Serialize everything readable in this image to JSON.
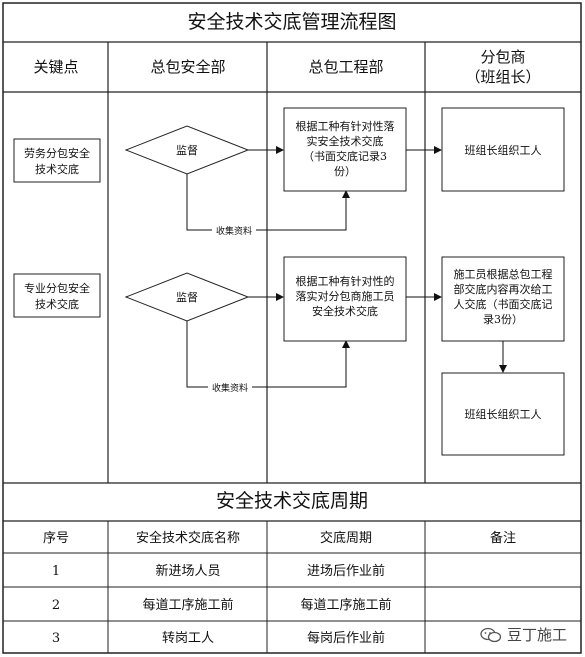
{
  "flow": {
    "title": "安全技术交底管理流程图",
    "columns": [
      {
        "label": "关键点"
      },
      {
        "label": "总包安全部"
      },
      {
        "label": "总包工程部"
      },
      {
        "label": "分包商"
      },
      {
        "label": "（班组长）"
      }
    ],
    "key_points": [
      "劳务分包安全",
      "技术交底",
      "专业分包安全",
      "技术交底"
    ],
    "decision_1": "监督",
    "decision_2": "监督",
    "collect_1": "收集资料",
    "collect_2": "收集资料",
    "eng_box_1": [
      "根据工种有针对性落",
      "实安全技术交底",
      "（书面交底记录3",
      "份）"
    ],
    "eng_box_2": [
      "根据工种有针对性的",
      "落实对分包商施工员",
      "安全技术交底"
    ],
    "sub_box_1": "班组长组织工人",
    "sub_box_2": [
      "施工员根据总包工程",
      "部交底内容再次给工",
      "人交底（书面交底记",
      "录3份）"
    ],
    "sub_box_3": "班组长组织工人"
  },
  "schedule": {
    "title": "安全技术交底周期",
    "headers": [
      "序号",
      "安全技术交底名称",
      "交底周期",
      "备注"
    ],
    "rows": [
      [
        "1",
        "新进场人员",
        "进场后作业前",
        ""
      ],
      [
        "2",
        "每道工序施工前",
        "每道工序施工前",
        ""
      ],
      [
        "3",
        "转岗工人",
        "每岗后作业前",
        ""
      ]
    ]
  },
  "watermark": {
    "text": "豆丁施工",
    "icon": "wechat-icon"
  }
}
